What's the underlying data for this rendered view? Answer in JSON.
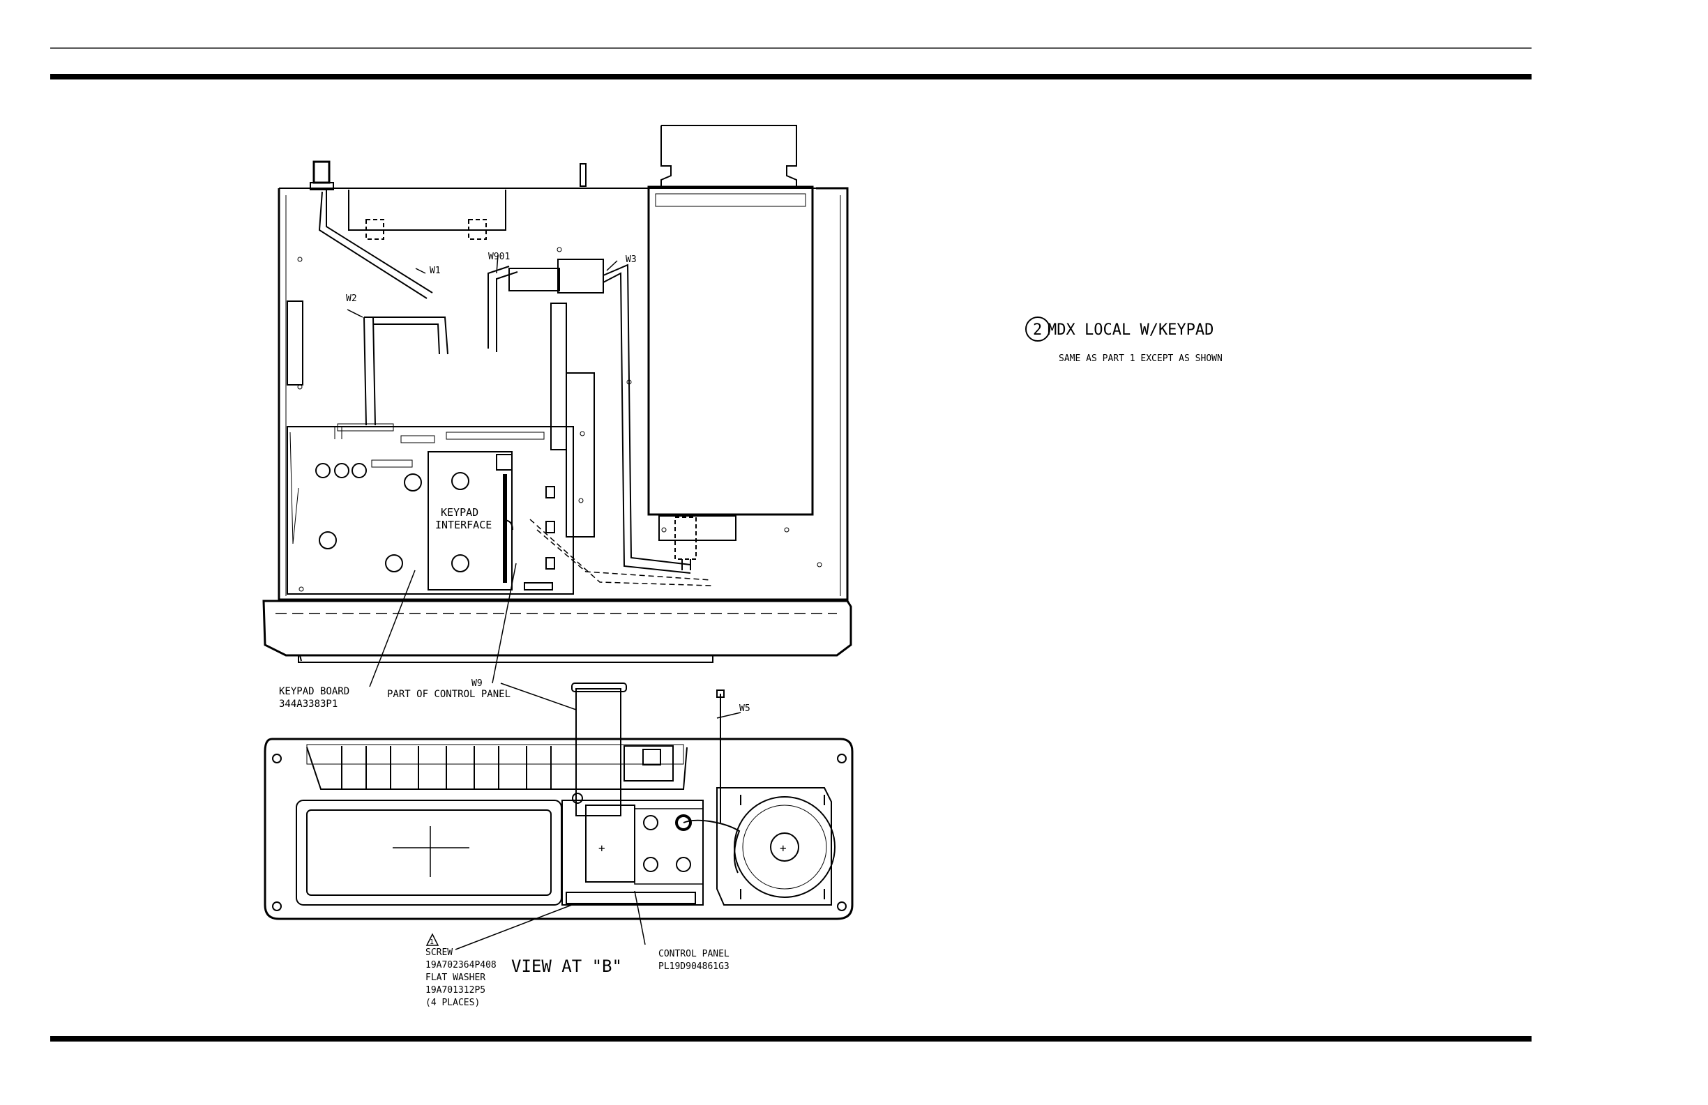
{
  "part": {
    "number": "2",
    "title": "MDX LOCAL W/KEYPAD",
    "subtitle": "SAME AS PART 1 EXCEPT AS SHOWN"
  },
  "top_view": {
    "cables": {
      "w1": "W1",
      "w2": "W2",
      "w3": "W3",
      "w901": "W901",
      "w9": "W9",
      "w5": "W5"
    },
    "keypad_interface": [
      "KEYPAD",
      "INTERFACE"
    ],
    "keypad_board": [
      "KEYPAD BOARD",
      "344A3383P1"
    ],
    "w9_note": "PART OF CONTROL PANEL"
  },
  "view_b": {
    "title": "VIEW AT \"B\"",
    "screw_note": {
      "warning_symbol": "1",
      "lines": [
        "SCREW",
        "19A702364P408",
        "FLAT WASHER",
        "19A701312P5",
        "(4 PLACES)"
      ]
    },
    "control_panel_note": [
      "CONTROL PANEL",
      "PL19D904861G3"
    ]
  },
  "colors": {
    "ink": "#000000",
    "paper": "#ffffff"
  }
}
